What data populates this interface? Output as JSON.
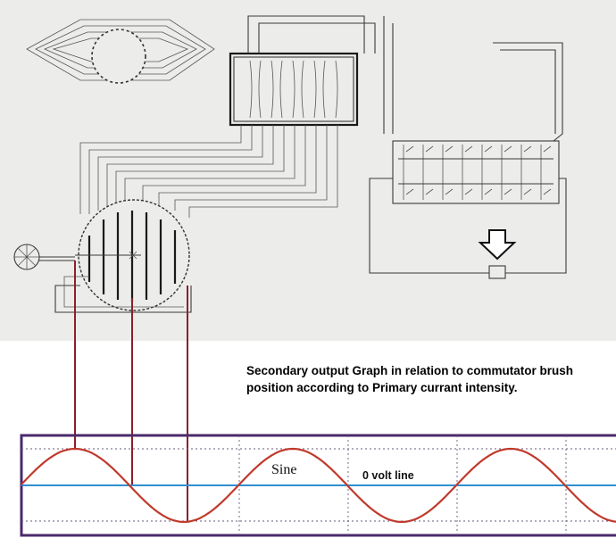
{
  "caption": "Secondary output Graph in relation to commutator brush position according to Primary currant intensity.",
  "labels": {
    "sine": "Sine",
    "zero_volt": "0 volt line"
  },
  "colors": {
    "sheet": "#ececea",
    "frame": "#4b2a6b",
    "wave": "#c0392b",
    "zero_line": "#2f8fd0",
    "brush_leads": "#8b1f2a",
    "grid_dashes": "#6a5a7a"
  },
  "icons": [
    "down-arrow-icon",
    "crank-wheel-icon"
  ]
}
